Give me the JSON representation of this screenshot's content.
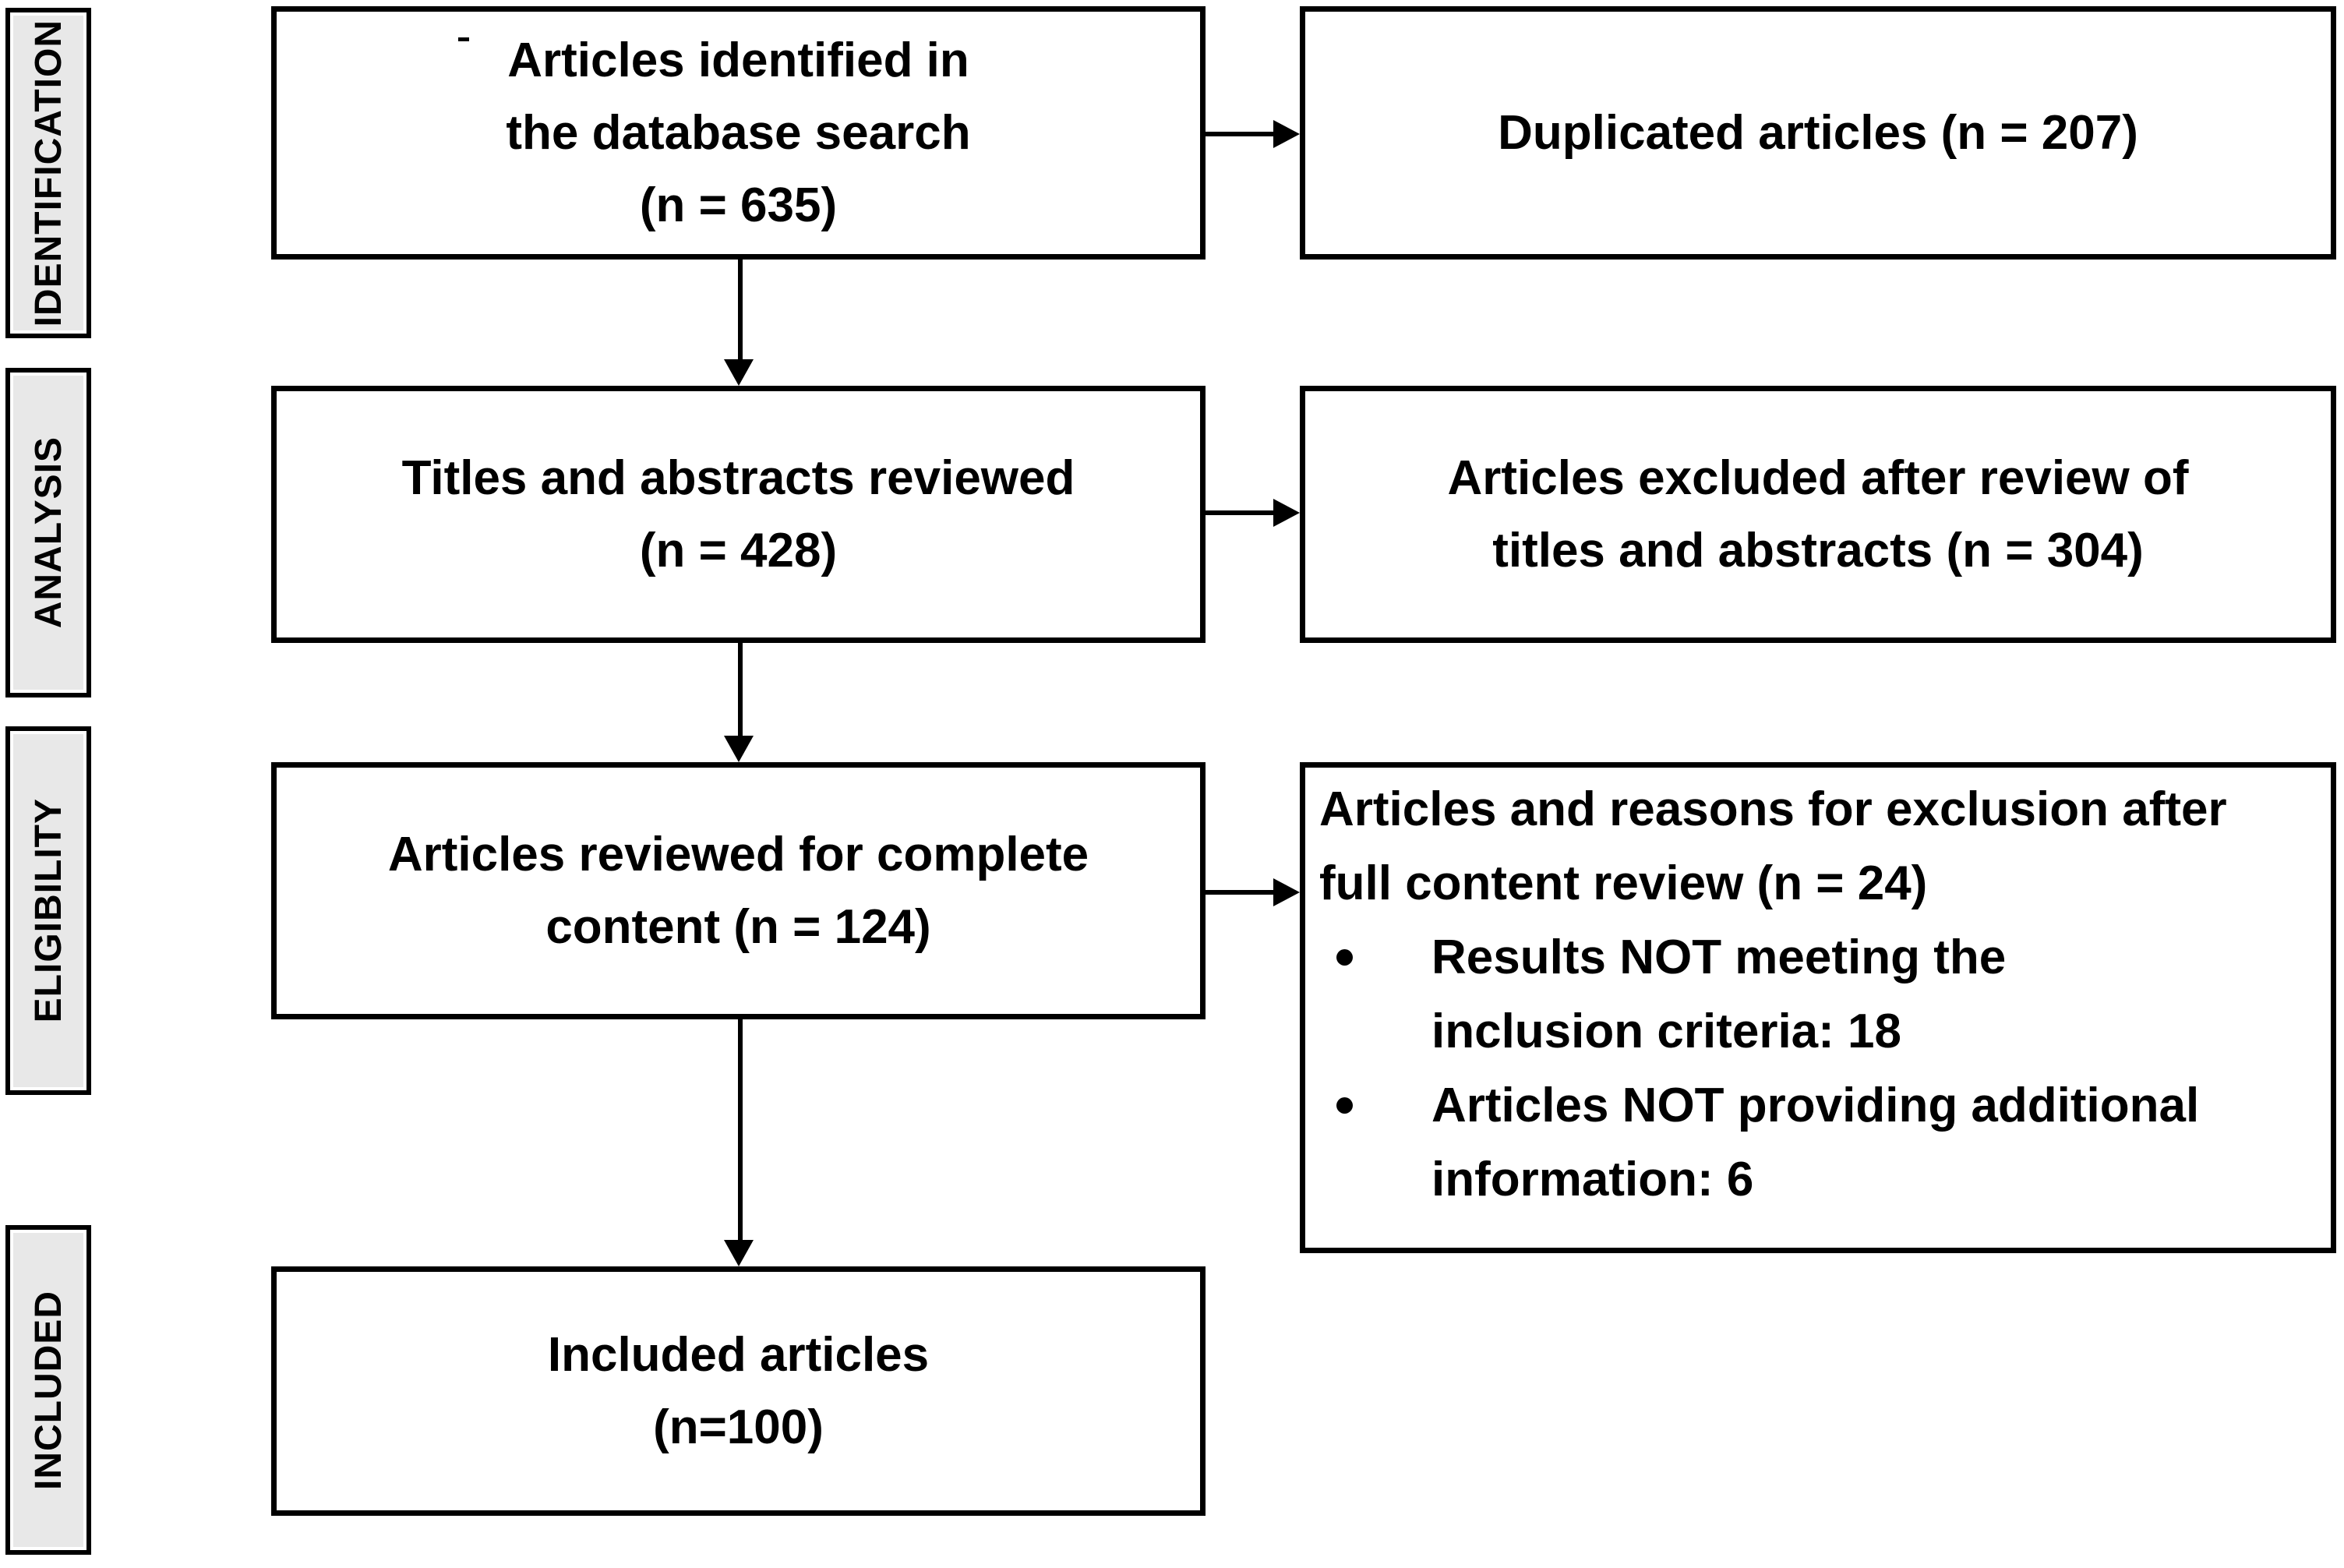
{
  "sidebar": {
    "stages": [
      {
        "label": "IDENTIFICATION"
      },
      {
        "label": "ANALYSIS"
      },
      {
        "label": "ELIGIBILITY"
      },
      {
        "label": "INCLUDED"
      }
    ]
  },
  "flow": {
    "identified": {
      "line1": "Articles identified in",
      "line2": "the database search",
      "line3": "(n = 635)"
    },
    "duplicated": {
      "line1": "Duplicated articles (n = 207)"
    },
    "titles_reviewed": {
      "line1": "Titles and abstracts reviewed",
      "line2": "(n = 428)"
    },
    "excluded_titles": {
      "line1": "Articles excluded after review of",
      "line2": "titles and abstracts (n = 304)"
    },
    "full_review": {
      "line1": "Articles reviewed for complete",
      "line2": "content (n = 124)"
    },
    "exclusion_reasons": {
      "title1": "Articles and reasons for exclusion after",
      "title2": "full content review (n = 24)",
      "bullets": [
        {
          "line1": "Results NOT meeting the",
          "line2": "inclusion criteria: 18"
        },
        {
          "line1": "Articles NOT providing additional",
          "line2": "information: 6"
        }
      ]
    },
    "included": {
      "line1": "Included articles",
      "line2": "(n=100)"
    }
  },
  "colors": {
    "stage_fill": "#e8e8e8",
    "line": "#000000",
    "box_fill": "#ffffff",
    "page_bg": "#ffffff"
  }
}
